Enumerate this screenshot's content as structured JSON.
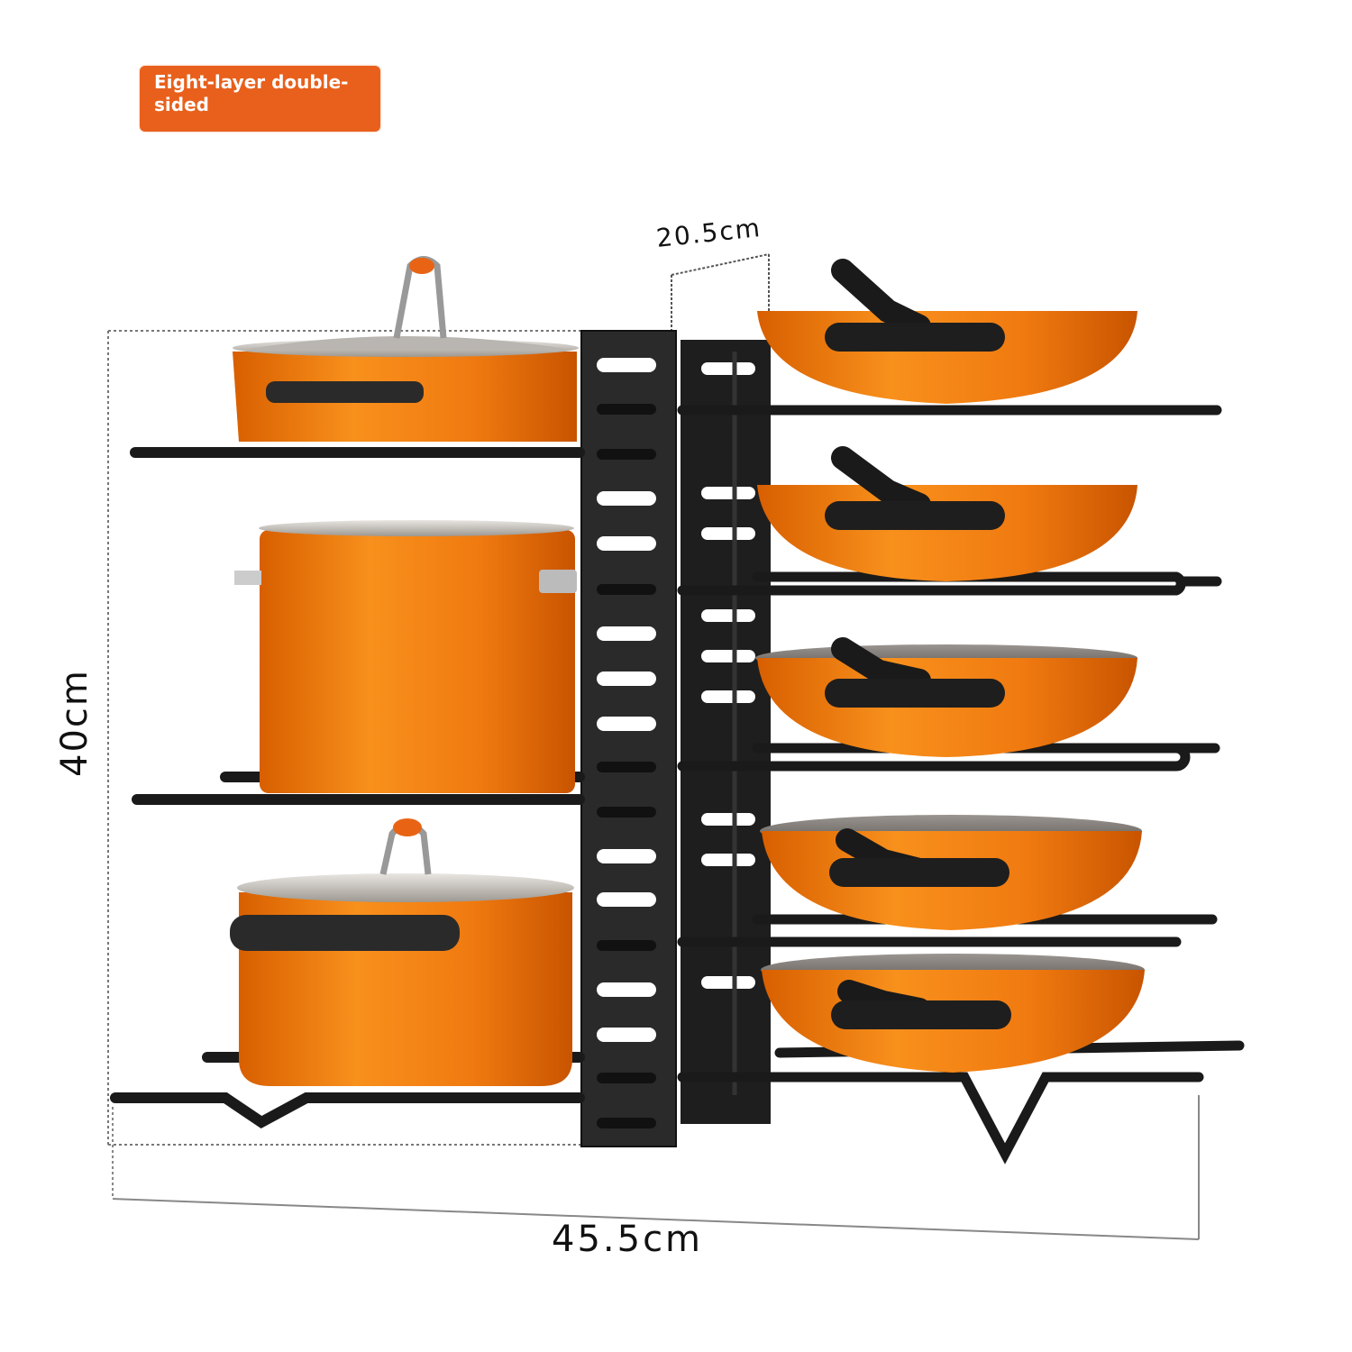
{
  "badge": {
    "label": "Eight-layer double-sided",
    "color": "#e8601c"
  },
  "dimensions": {
    "width": "45.5cm",
    "depth": "20.5cm",
    "height": "40cm"
  },
  "product": {
    "name": "pot-and-pan-rack",
    "layers": 8,
    "left_side_items": [
      "casserole-with-lid",
      "stock-pot",
      "dutch-oven-with-lid"
    ],
    "right_side_items": [
      "frying-pan",
      "frying-pan",
      "frying-pan",
      "frying-pan",
      "frying-pan"
    ],
    "colors": {
      "cookware": "#f07a10",
      "rack": "#1c1c1c"
    }
  }
}
